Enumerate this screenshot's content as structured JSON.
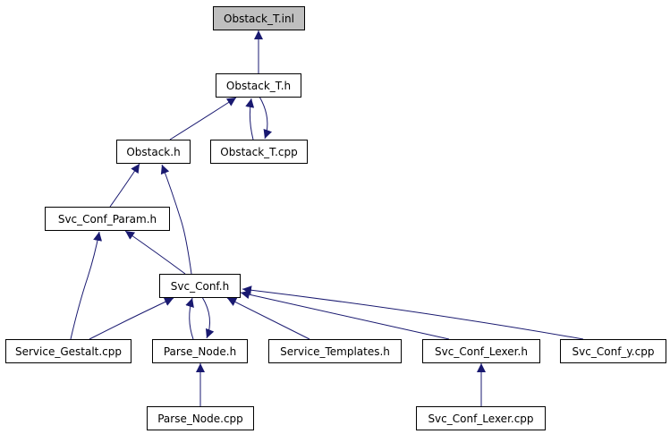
{
  "nodes": {
    "obstack_t_inl": "Obstack_T.inl",
    "obstack_t_h": "Obstack_T.h",
    "obstack_h": "Obstack.h",
    "obstack_t_cpp": "Obstack_T.cpp",
    "svc_conf_param_h": "Svc_Conf_Param.h",
    "svc_conf_h": "Svc_Conf.h",
    "service_gestalt_cpp": "Service_Gestalt.cpp",
    "parse_node_h": "Parse_Node.h",
    "service_templates_h": "Service_Templates.h",
    "svc_conf_lexer_h": "Svc_Conf_Lexer.h",
    "svc_conf_y_cpp": "Svc_Conf_y.cpp",
    "parse_node_cpp": "Parse_Node.cpp",
    "svc_conf_lexer_cpp": "Svc_Conf_Lexer.cpp"
  },
  "colors": {
    "edge": "#191970",
    "root_fill": "#bfbfbf",
    "node_fill": "#ffffff",
    "border": "#000000"
  }
}
